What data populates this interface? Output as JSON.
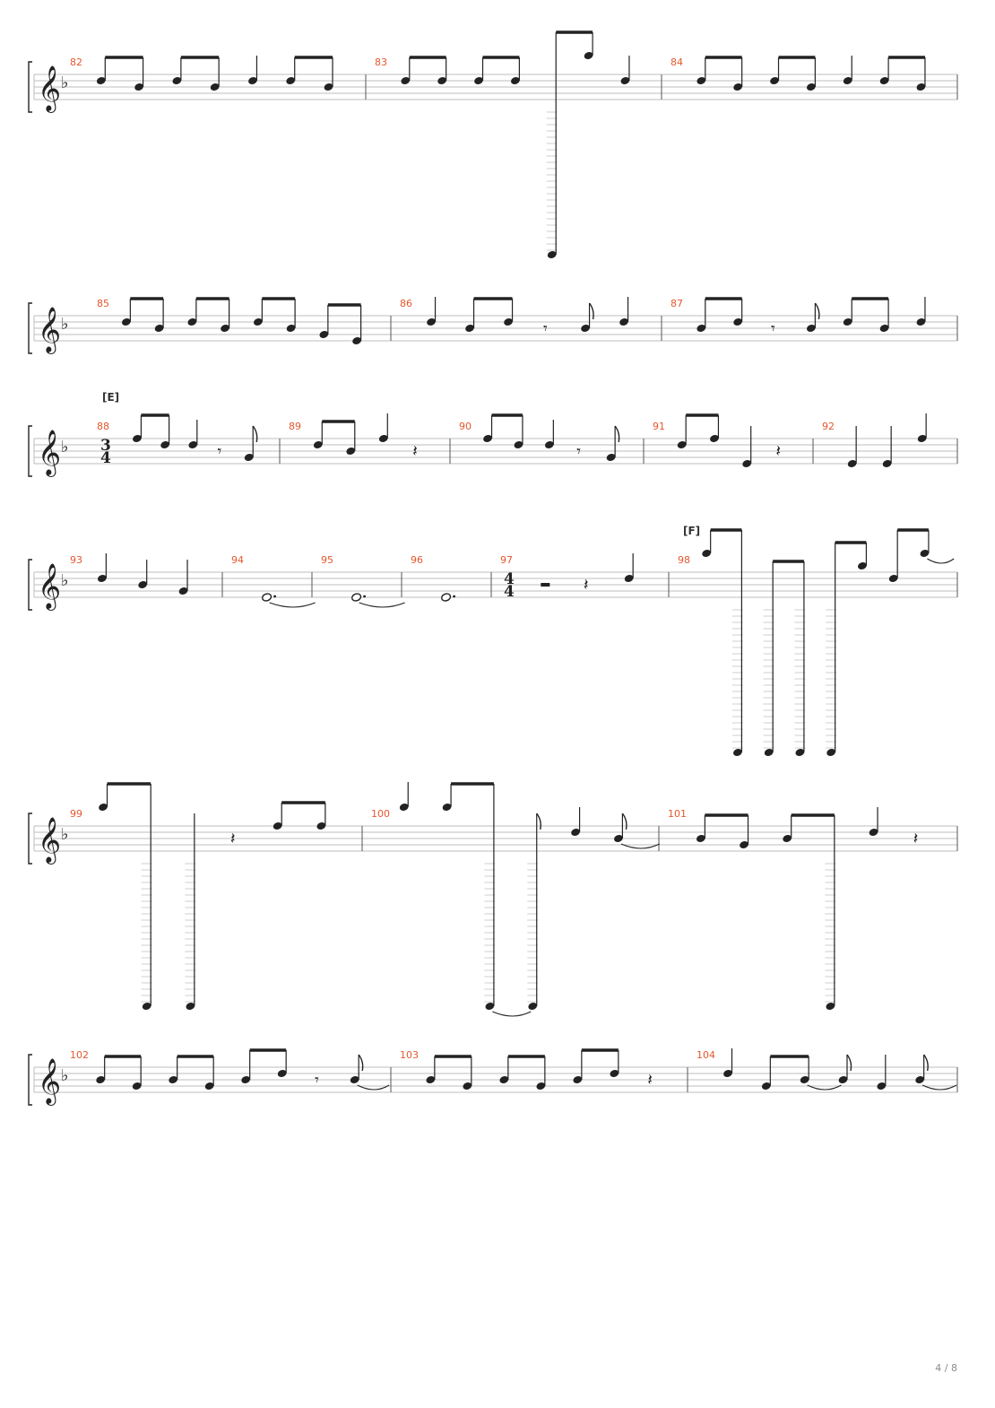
{
  "page": {
    "number_label": "4 / 8"
  },
  "colors": {
    "measure_number": "#e4572e",
    "ink": "#222222",
    "staff_line": "#bdbdbd"
  },
  "icons": {
    "clef": "treble-clef-icon",
    "key_signature": "flat-icon"
  },
  "systems": [
    {
      "sections": [],
      "measures": [
        {
          "number": "82",
          "time": null,
          "notes": [
            {
              "p": 5,
              "d": 8,
              "b": 0
            },
            {
              "p": 4,
              "d": 8,
              "b": 0
            },
            {
              "p": 5,
              "d": 8,
              "b": 1
            },
            {
              "p": 4,
              "d": 8,
              "b": 1
            },
            {
              "p": 5,
              "d": 4
            },
            {
              "p": 5,
              "d": 8,
              "b": 2
            },
            {
              "p": 4,
              "d": 8,
              "b": 2
            }
          ]
        },
        {
          "number": "83",
          "time": null,
          "notes": [
            {
              "p": 5,
              "d": 8,
              "b": 0
            },
            {
              "p": 5,
              "d": 8,
              "b": 0
            },
            {
              "p": 5,
              "d": 8,
              "b": 1
            },
            {
              "p": 5,
              "d": 8,
              "b": 1
            },
            {
              "p": -10,
              "d": 8,
              "b": 2
            },
            {
              "p": 9,
              "d": 8,
              "b": 2
            },
            {
              "p": 5,
              "d": 4
            }
          ]
        },
        {
          "number": "84",
          "time": null,
          "notes": [
            {
              "p": 5,
              "d": 8,
              "b": 0
            },
            {
              "p": 4,
              "d": 8,
              "b": 0
            },
            {
              "p": 5,
              "d": 8,
              "b": 1
            },
            {
              "p": 4,
              "d": 8,
              "b": 1
            },
            {
              "p": 5,
              "d": 4
            },
            {
              "p": 5,
              "d": 8,
              "b": 2
            },
            {
              "p": 4,
              "d": 8,
              "b": 2
            }
          ]
        }
      ]
    },
    {
      "sections": [],
      "measures": [
        {
          "number": "85",
          "time": null,
          "notes": [
            {
              "p": 5,
              "d": 8,
              "b": 0
            },
            {
              "p": 4,
              "d": 8,
              "b": 0
            },
            {
              "p": 5,
              "d": 8,
              "b": 1
            },
            {
              "p": 4,
              "d": 8,
              "b": 1
            },
            {
              "p": 5,
              "d": 8,
              "b": 2
            },
            {
              "p": 4,
              "d": 8,
              "b": 2
            },
            {
              "p": 3,
              "d": 8,
              "b": 3
            },
            {
              "p": 2,
              "d": 8,
              "b": 3
            }
          ]
        },
        {
          "number": "86",
          "time": null,
          "notes": [
            {
              "p": 5,
              "d": 4
            },
            {
              "p": 4,
              "d": 8,
              "b": 0
            },
            {
              "p": 5,
              "d": 8,
              "b": 0
            },
            {
              "r": 8
            },
            {
              "p": 4,
              "d": 8
            },
            {
              "p": 5,
              "d": 4
            }
          ]
        },
        {
          "number": "87",
          "time": null,
          "notes": [
            {
              "p": 4,
              "d": 8,
              "b": 0
            },
            {
              "p": 5,
              "d": 8,
              "b": 0
            },
            {
              "r": 8
            },
            {
              "p": 4,
              "d": 8
            },
            {
              "p": 5,
              "d": 8,
              "b": 1
            },
            {
              "p": 4,
              "d": 8,
              "b": 1
            },
            {
              "p": 5,
              "d": 4
            }
          ]
        }
      ]
    },
    {
      "sections": [
        {
          "label": "[E]",
          "measure": 0
        }
      ],
      "measures": [
        {
          "number": "88",
          "time": [
            "3",
            "4"
          ],
          "notes": [
            {
              "p": 6,
              "d": 8,
              "b": 0
            },
            {
              "p": 5,
              "d": 8,
              "b": 0
            },
            {
              "p": 5,
              "d": 4
            },
            {
              "r": 8
            },
            {
              "p": 3,
              "d": 8
            }
          ]
        },
        {
          "number": "89",
          "time": null,
          "notes": [
            {
              "p": 5,
              "d": 8,
              "b": 0
            },
            {
              "p": 4,
              "d": 8,
              "b": 0
            },
            {
              "p": 6,
              "d": 4
            },
            {
              "r": 4
            }
          ]
        },
        {
          "number": "90",
          "time": null,
          "notes": [
            {
              "p": 6,
              "d": 8,
              "b": 0
            },
            {
              "p": 5,
              "d": 8,
              "b": 0
            },
            {
              "p": 5,
              "d": 4
            },
            {
              "r": 8
            },
            {
              "p": 3,
              "d": 8
            }
          ]
        },
        {
          "number": "91",
          "time": null,
          "notes": [
            {
              "p": 5,
              "d": 8,
              "b": 0
            },
            {
              "p": 6,
              "d": 8,
              "b": 0
            },
            {
              "p": 2,
              "d": 4
            },
            {
              "r": 4
            }
          ]
        },
        {
          "number": "92",
          "time": null,
          "notes": [
            {
              "p": 2,
              "d": 4
            },
            {
              "p": 2,
              "d": 4
            },
            {
              "p": 6,
              "d": 4
            }
          ]
        }
      ]
    },
    {
      "sections": [
        {
          "label": "[F]",
          "measure": 5
        }
      ],
      "measures": [
        {
          "number": "93",
          "time": null,
          "notes": [
            {
              "p": 5,
              "d": 4
            },
            {
              "p": 4,
              "d": 4
            },
            {
              "p": 3,
              "d": 4
            }
          ]
        },
        {
          "number": "94",
          "time": null,
          "notes": [
            {
              "p": 2,
              "d": "2.",
              "tie": true
            }
          ]
        },
        {
          "number": "95",
          "time": null,
          "notes": [
            {
              "p": 2,
              "d": "2.",
              "tie": true
            }
          ]
        },
        {
          "number": "96",
          "time": null,
          "notes": [
            {
              "p": 2,
              "d": "2."
            }
          ]
        },
        {
          "number": "97",
          "time": [
            "4",
            "4"
          ],
          "notes": [
            {
              "r": 2
            },
            {
              "r": 4
            },
            {
              "p": 5,
              "d": 4
            }
          ]
        },
        {
          "number": "98",
          "time": null,
          "notes": [
            {
              "p": 9,
              "d": 8,
              "b": 0
            },
            {
              "p": -10,
              "d": 8,
              "b": 0
            },
            {
              "p": -10,
              "d": 8,
              "b": 1
            },
            {
              "p": -10,
              "d": 8,
              "b": 1
            },
            {
              "p": -10,
              "d": 8,
              "b": 2
            },
            {
              "p": 7,
              "d": 8,
              "b": 2
            },
            {
              "p": 5,
              "d": 8,
              "b": 3
            },
            {
              "p": 9,
              "d": 8,
              "b": 3,
              "tie": true
            }
          ]
        }
      ]
    },
    {
      "sections": [],
      "measures": [
        {
          "number": "99",
          "time": null,
          "notes": [
            {
              "p": 9,
              "d": 8,
              "b": 0
            },
            {
              "p": -10,
              "d": 8,
              "b": 0
            },
            {
              "p": -10,
              "d": 4
            },
            {
              "r": 4
            },
            {
              "p": 6,
              "d": 8,
              "b": 1
            },
            {
              "p": 6,
              "d": 8,
              "b": 1
            }
          ]
        },
        {
          "number": "100",
          "time": null,
          "notes": [
            {
              "p": 9,
              "d": 4
            },
            {
              "p": 9,
              "d": 8,
              "b": 0
            },
            {
              "p": -10,
              "d": 8,
              "b": 0,
              "tie": true
            },
            {
              "p": -10,
              "d": 8
            },
            {
              "p": 5,
              "d": 4
            },
            {
              "p": 4,
              "d": 8,
              "tie": true
            }
          ]
        },
        {
          "number": "101",
          "time": null,
          "notes": [
            {
              "p": 4,
              "d": 8,
              "b": 0
            },
            {
              "p": 3,
              "d": 8,
              "b": 0
            },
            {
              "p": 4,
              "d": 8,
              "b": 1
            },
            {
              "p": -10,
              "d": 8,
              "b": 1
            },
            {
              "p": 5,
              "d": 4
            },
            {
              "r": 4
            }
          ]
        }
      ]
    },
    {
      "sections": [],
      "measures": [
        {
          "number": "102",
          "time": null,
          "notes": [
            {
              "p": 4,
              "d": 8,
              "b": 0
            },
            {
              "p": 3,
              "d": 8,
              "b": 0
            },
            {
              "p": 4,
              "d": 8,
              "b": 1
            },
            {
              "p": 3,
              "d": 8,
              "b": 1
            },
            {
              "p": 4,
              "d": 8,
              "b": 2
            },
            {
              "p": 5,
              "d": 8,
              "b": 2
            },
            {
              "r": 8
            },
            {
              "p": 4,
              "d": 8,
              "tie": true
            }
          ]
        },
        {
          "number": "103",
          "time": null,
          "notes": [
            {
              "p": 4,
              "d": 8,
              "b": 0
            },
            {
              "p": 3,
              "d": 8,
              "b": 0
            },
            {
              "p": 4,
              "d": 8,
              "b": 1
            },
            {
              "p": 3,
              "d": 8,
              "b": 1
            },
            {
              "p": 4,
              "d": 8,
              "b": 2
            },
            {
              "p": 5,
              "d": 8,
              "b": 2
            },
            {
              "r": 4
            }
          ]
        },
        {
          "number": "104",
          "time": null,
          "notes": [
            {
              "p": 5,
              "d": 4
            },
            {
              "p": 3,
              "d": 8,
              "b": 0
            },
            {
              "p": 4,
              "d": 8,
              "b": 0,
              "tie": true
            },
            {
              "p": 4,
              "d": 8
            },
            {
              "p": 3,
              "d": 4
            },
            {
              "p": 4,
              "d": 8,
              "tie": true
            }
          ]
        }
      ]
    }
  ]
}
